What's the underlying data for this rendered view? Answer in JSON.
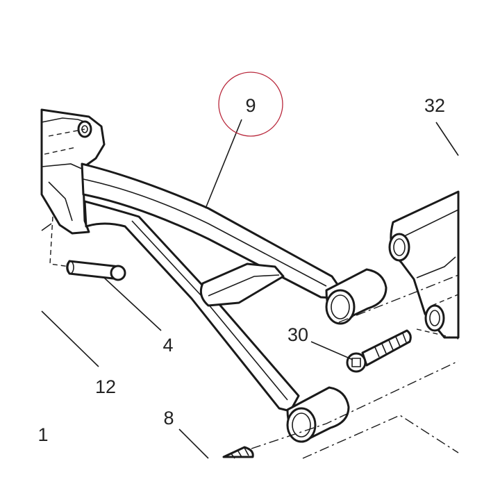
{
  "callouts": {
    "c9": "9",
    "c32": "32",
    "c30": "30",
    "c4": "4",
    "c12": "12",
    "c8": "8",
    "c1": "1"
  },
  "colors": {
    "line": "#1a1a1a",
    "highlight_circle": "#b8263a",
    "background": "#ffffff"
  }
}
